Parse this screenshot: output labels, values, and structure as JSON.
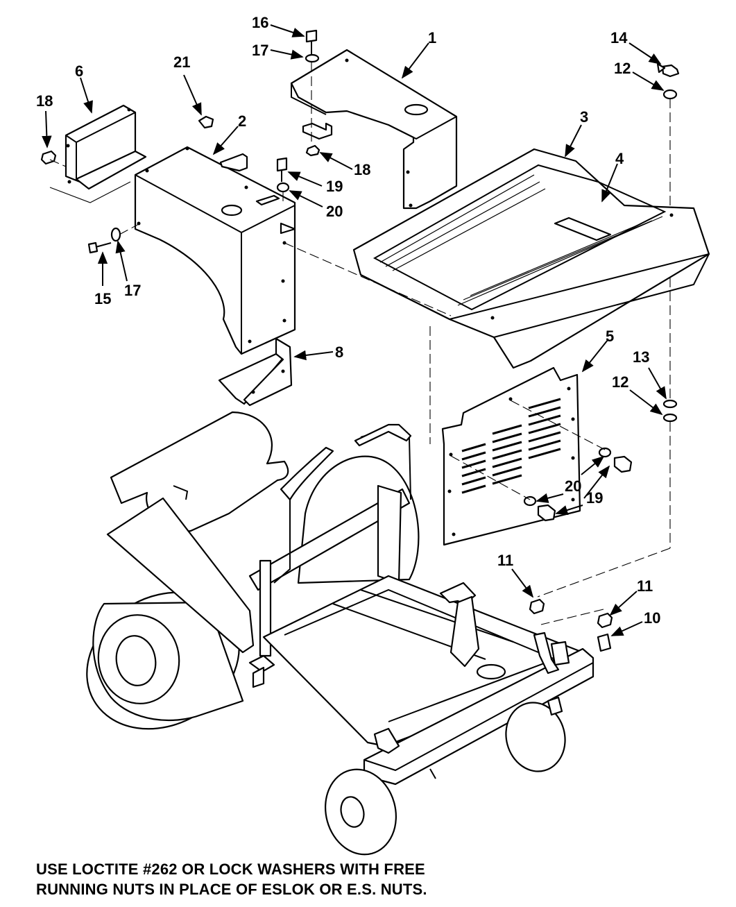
{
  "callouts": [
    {
      "id": "callout-1",
      "label": "1"
    },
    {
      "id": "callout-2",
      "label": "2"
    },
    {
      "id": "callout-3",
      "label": "3"
    },
    {
      "id": "callout-4",
      "label": "4"
    },
    {
      "id": "callout-5",
      "label": "5"
    },
    {
      "id": "callout-6",
      "label": "6"
    },
    {
      "id": "callout-8",
      "label": "8"
    },
    {
      "id": "callout-10",
      "label": "10"
    },
    {
      "id": "callout-11a",
      "label": "11"
    },
    {
      "id": "callout-11b",
      "label": "11"
    },
    {
      "id": "callout-12a",
      "label": "12"
    },
    {
      "id": "callout-12b",
      "label": "12"
    },
    {
      "id": "callout-13",
      "label": "13"
    },
    {
      "id": "callout-14",
      "label": "14"
    },
    {
      "id": "callout-15",
      "label": "15"
    },
    {
      "id": "callout-16",
      "label": "16"
    },
    {
      "id": "callout-17a",
      "label": "17"
    },
    {
      "id": "callout-17b",
      "label": "17"
    },
    {
      "id": "callout-18a",
      "label": "18"
    },
    {
      "id": "callout-18b",
      "label": "18"
    },
    {
      "id": "callout-19a",
      "label": "19"
    },
    {
      "id": "callout-19b",
      "label": "19"
    },
    {
      "id": "callout-20a",
      "label": "20"
    },
    {
      "id": "callout-20b",
      "label": "20"
    },
    {
      "id": "callout-21",
      "label": "21"
    }
  ],
  "note": {
    "line1": "USE LOCTITE #262 OR LOCK WASHERS WITH FREE",
    "line2": "RUNNING NUTS IN PLACE OF ESLOK OR E.S. NUTS."
  }
}
